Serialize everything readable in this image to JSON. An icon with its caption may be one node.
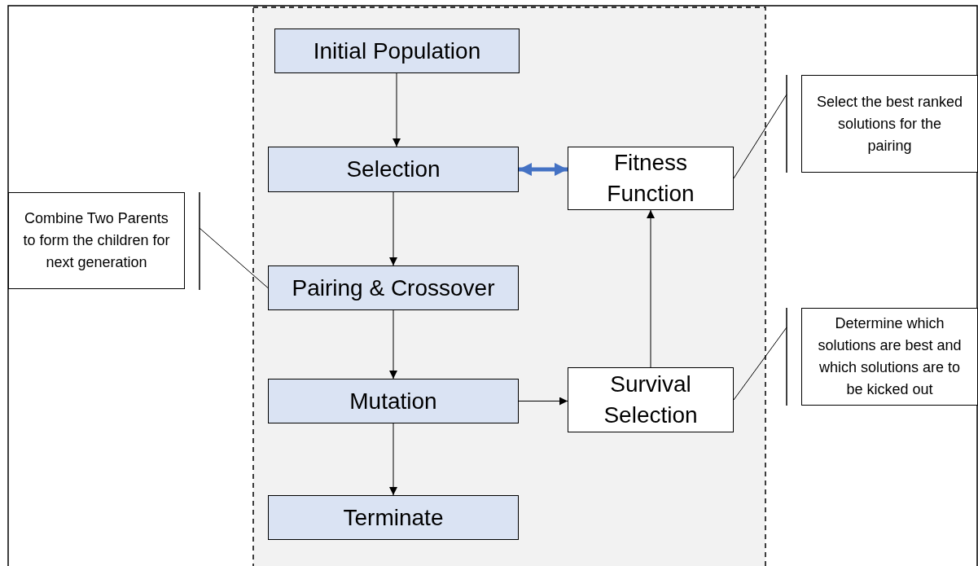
{
  "diagram": {
    "nodes": [
      {
        "text": [
          "Initial Population"
        ]
      },
      {
        "text": [
          "Selection"
        ]
      },
      {
        "text": [
          "Fitness Function"
        ]
      },
      {
        "text": [
          "Pairing & Crossover"
        ]
      },
      {
        "text": [
          "Mutation"
        ]
      },
      {
        "text": [
          "Survival Selection"
        ]
      },
      {
        "text": [
          "Terminate"
        ]
      },
      {
        "text": [
          "Combine Two Parents to form the children for next generation"
        ]
      },
      {
        "text": [
          "Select the best ranked solutions for the pairing"
        ]
      },
      {
        "text": [
          "Determine which solutions are best and which solutions are to be kicked out"
        ]
      }
    ],
    "edges": [
      {
        "from": 0,
        "to": 1,
        "arrow": "to"
      },
      {
        "from": 1,
        "to": 2,
        "arrow": "both",
        "style": "thick",
        "color": "#4472c4"
      },
      {
        "from": 1,
        "to": 3,
        "arrow": "to"
      },
      {
        "from": 3,
        "to": 4,
        "arrow": "to"
      },
      {
        "from": 4,
        "to": 6,
        "arrow": "to"
      },
      {
        "from": 4,
        "to": 5,
        "arrow": "to"
      },
      {
        "from": 5,
        "to": 2,
        "arrow": "to"
      },
      {
        "from": 7,
        "to": 3,
        "arrow": "none"
      },
      {
        "from": 8,
        "to": 2,
        "arrow": "none"
      },
      {
        "from": 9,
        "to": 5,
        "arrow": "none"
      }
    ]
  }
}
